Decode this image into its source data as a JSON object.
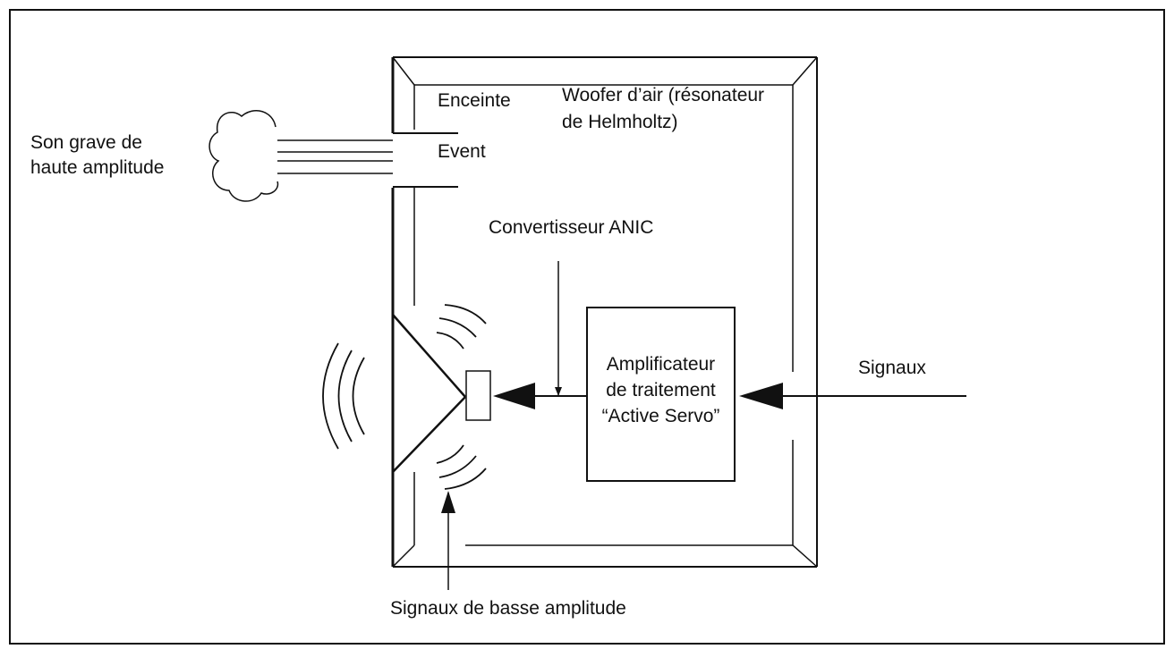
{
  "labels": {
    "enclosure": "Enceinte",
    "air_woofer_line1": "Woofer d’air (résonateur",
    "air_woofer_line2": "de Helmholtz)",
    "vent": "Event",
    "bass_sound_line1": "Son grave de",
    "bass_sound_line2": "haute amplitude",
    "converter": "Convertisseur ANIC",
    "amplifier_line1": "Amplificateur",
    "amplifier_line2": "de traitement",
    "amplifier_line3": "“Active Servo”",
    "signals": "Signaux",
    "low_amplitude_signals": "Signaux de basse amplitude"
  },
  "colors": {
    "ink": "#111111",
    "background": "#ffffff"
  }
}
